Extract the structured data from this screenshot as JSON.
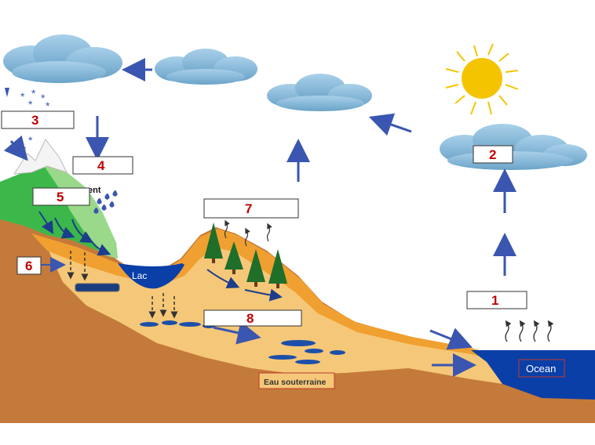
{
  "diagram": {
    "labels": {
      "lake": "Lac",
      "ocean": "Ocean",
      "groundwater": "Eau souterraine",
      "partial_text": "ent"
    },
    "boxes": [
      {
        "number": "1",
        "text": ""
      },
      {
        "number": "2",
        "text": ""
      },
      {
        "number": "3",
        "text": ""
      },
      {
        "number": "4",
        "text": ""
      },
      {
        "number": "5",
        "text": ""
      },
      {
        "number": "6",
        "text": ""
      },
      {
        "number": "7",
        "text": ""
      },
      {
        "number": "8",
        "text": ""
      }
    ],
    "colors": {
      "sky_cloud": "#7fb6d8",
      "earth": "#c47a3a",
      "aquifer": "#f5c778",
      "topsoil": "#f0a030",
      "water": "#0b3fa8",
      "arrow": "#3a56b0",
      "number": "#c00000",
      "sun": "#f5c400",
      "grass": "#3cb84a",
      "tree": "#1f6e2a"
    }
  }
}
